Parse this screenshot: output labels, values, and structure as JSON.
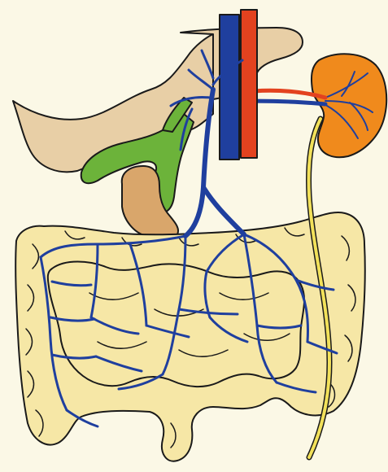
{
  "diagram": {
    "type": "anatomical-illustration",
    "labels": [],
    "colors": {
      "background": "#fbf8e6",
      "liver": "#e8cfa6",
      "gallbladder": "#6cb33a",
      "pancreas": "#d9a66b",
      "kidney": "#f08a1c",
      "vena_cava": "#1f3f9e",
      "portal_vein": "#1f3f9e",
      "aorta": "#e3421f",
      "ureter": "#f2e15a",
      "intestine": "#f6e7a6",
      "outline": "#1a1a1a"
    },
    "structures": [
      "liver",
      "gallbladder",
      "pancreas",
      "kidney",
      "vena-cava",
      "aorta",
      "portal-vein",
      "ureter",
      "colon",
      "small-intestine",
      "mesenteric-veins"
    ]
  }
}
